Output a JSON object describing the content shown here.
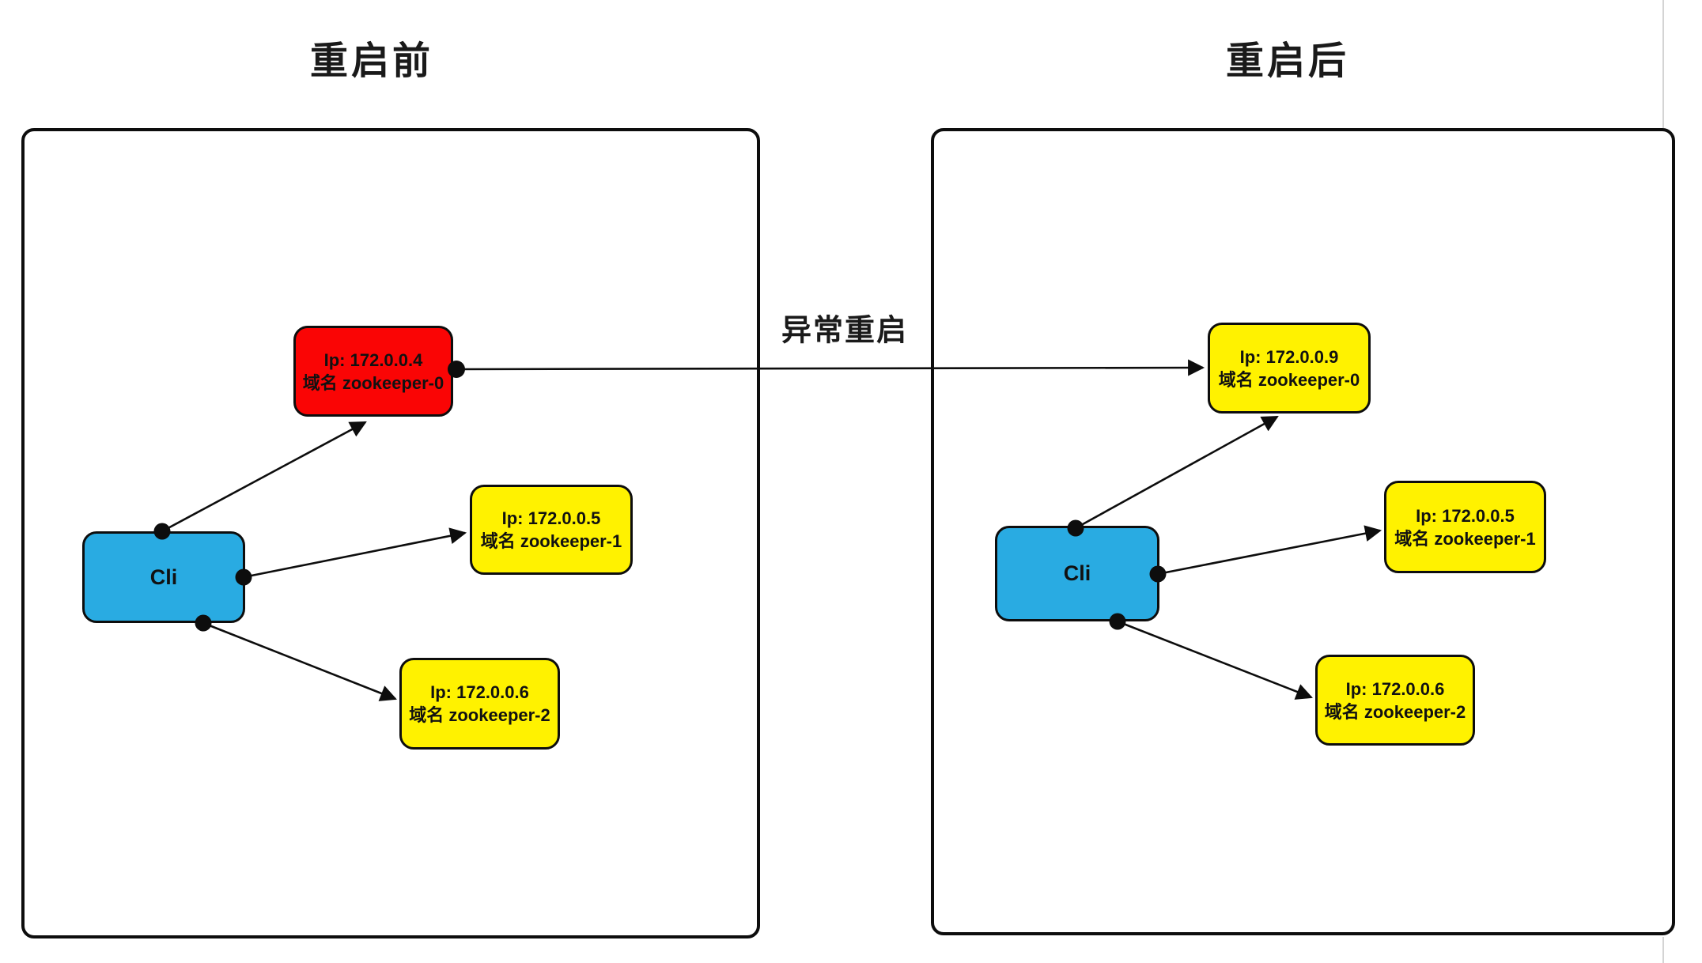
{
  "colors": {
    "node_red": "#fa0505",
    "node_yellow": "#fff200",
    "node_blue": "#29abe2",
    "stroke": "#0d0d0d",
    "page_edge_gray": "#d4d4d4"
  },
  "arrow_label": "异常重启",
  "left": {
    "title": "重启前",
    "cli": "Cli",
    "zk0": {
      "ip": "Ip: 172.0.0.4",
      "domain": "域名 zookeeper-0"
    },
    "zk1": {
      "ip": "Ip: 172.0.0.5",
      "domain": "域名 zookeeper-1"
    },
    "zk2": {
      "ip": "Ip: 172.0.0.6",
      "domain": "域名 zookeeper-2"
    }
  },
  "right": {
    "title": "重启后",
    "cli": "Cli",
    "zk0": {
      "ip": "Ip: 172.0.0.9",
      "domain": "域名 zookeeper-0"
    },
    "zk1": {
      "ip": "Ip: 172.0.0.5",
      "domain": "域名 zookeeper-1"
    },
    "zk2": {
      "ip": "Ip: 172.0.0.6",
      "domain": "域名 zookeeper-2"
    }
  }
}
